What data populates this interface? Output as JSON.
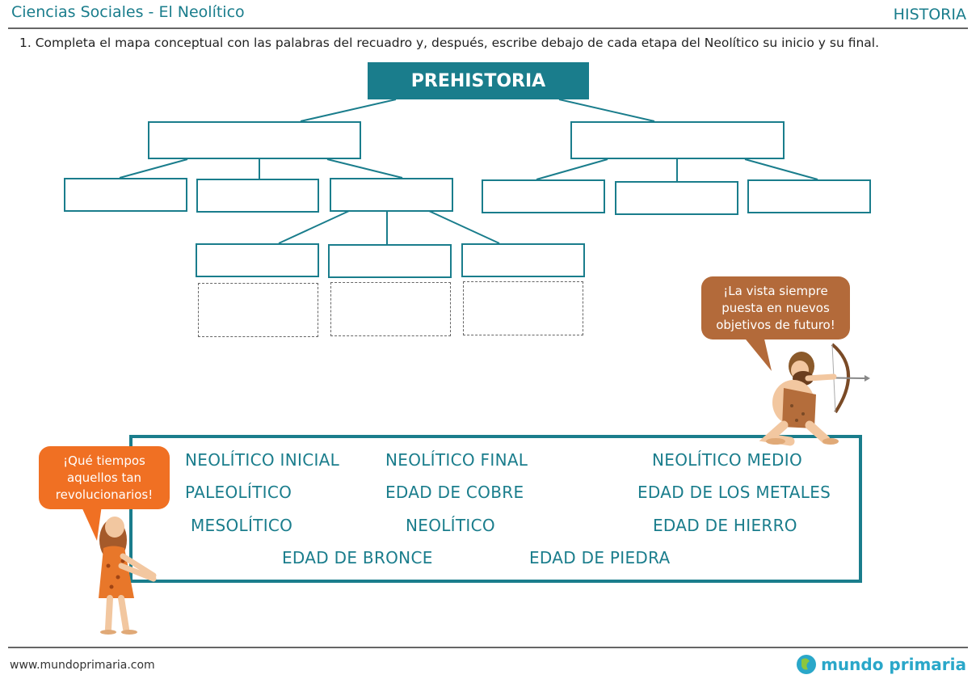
{
  "header": {
    "title": "Ciencias Sociales - El Neolítico",
    "subject": "HISTORIA"
  },
  "instruction": "1. Completa el mapa conceptual con las palabras del recuadro y, después, escribe debajo de cada etapa del Neolítico su inicio y su final.",
  "concept_map": {
    "root": "PREHISTORIA"
  },
  "word_bank": [
    "NEOLÍTICO INICIAL",
    "NEOLÍTICO FINAL",
    "NEOLÍTICO MEDIO",
    "PALEOLÍTICO",
    "EDAD DE COBRE",
    "EDAD DE LOS METALES",
    "MESOLÍTICO",
    "NEOLÍTICO",
    "EDAD DE HIERRO",
    "EDAD DE BRONCE",
    "EDAD DE PIEDRA"
  ],
  "bubbles": {
    "woman": "¡Qué tiempos aquellos tan revolucionarios!",
    "archer": "¡La vista siempre puesta en nuevos objetivos de futuro!"
  },
  "footer": {
    "url": "www.mundoprimaria.com",
    "logo_text": "mundo primaria"
  },
  "colors": {
    "accent": "#1a7d8c",
    "bubble_orange": "#f07023",
    "bubble_brown": "#b36a3a"
  }
}
